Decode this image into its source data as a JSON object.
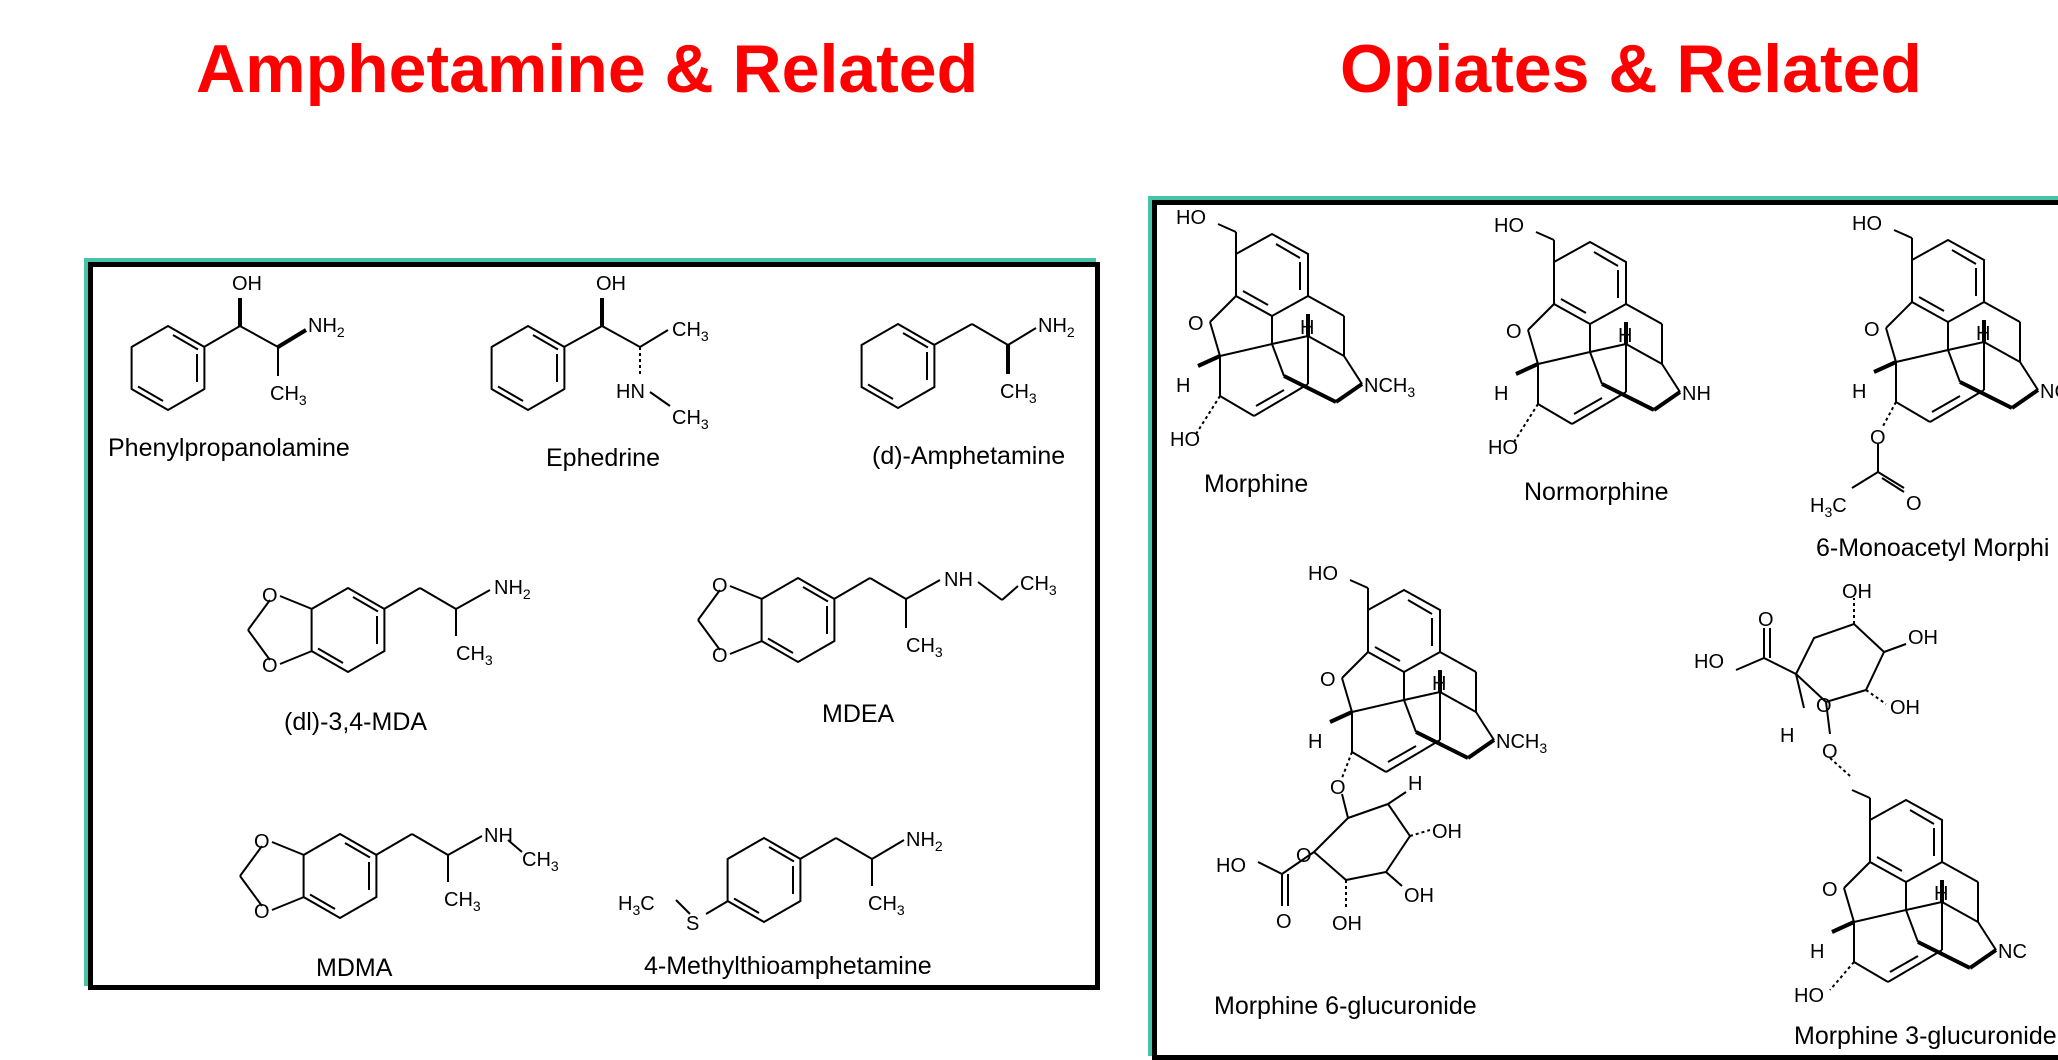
{
  "titles": {
    "left": "Amphetamine & Related",
    "right": "Opiates & Related"
  },
  "amphetamines": [
    {
      "name": "Phenylpropanolamine",
      "groups": [
        "OH",
        "NH2",
        "CH3"
      ]
    },
    {
      "name": "Ephedrine",
      "groups": [
        "OH",
        "CH3",
        "HN",
        "CH3"
      ]
    },
    {
      "name": "(d)-Amphetamine",
      "groups": [
        "NH2",
        "CH3"
      ]
    },
    {
      "name": "(dl)-3,4-MDA",
      "groups": [
        "NH2",
        "CH3"
      ]
    },
    {
      "name": "MDEA",
      "groups": [
        "NH",
        "CH3",
        "CH3"
      ]
    },
    {
      "name": "MDMA",
      "groups": [
        "NH",
        "CH3",
        "CH3"
      ]
    },
    {
      "name": "4-Methylthioamphetamine",
      "groups": [
        "NH2",
        "CH3",
        "H3C",
        "S"
      ]
    }
  ],
  "opiates": [
    {
      "name": "Morphine",
      "groups": [
        "HO",
        "O",
        "H",
        "H",
        "NCH3",
        "HO"
      ]
    },
    {
      "name": "Normorphine",
      "groups": [
        "HO",
        "O",
        "H",
        "H",
        "NH",
        "HO"
      ]
    },
    {
      "name": "6-Monoacetyl Morphi",
      "groups": [
        "HO",
        "O",
        "H",
        "H",
        "NC",
        "O",
        "H3C",
        "O"
      ]
    },
    {
      "name": "Morphine 6-glucuronide",
      "groups": [
        "HO",
        "O",
        "H",
        "H",
        "NCH3",
        "O",
        "H",
        "OH",
        "O",
        "HO",
        "OH",
        "O",
        "OH"
      ]
    },
    {
      "name": "Morphine 3-glucuronide",
      "groups": [
        "O",
        "OH",
        "HO",
        "OH",
        "O",
        "OH",
        "H",
        "O",
        "H",
        "NC",
        "HO",
        "O",
        "H"
      ]
    }
  ]
}
